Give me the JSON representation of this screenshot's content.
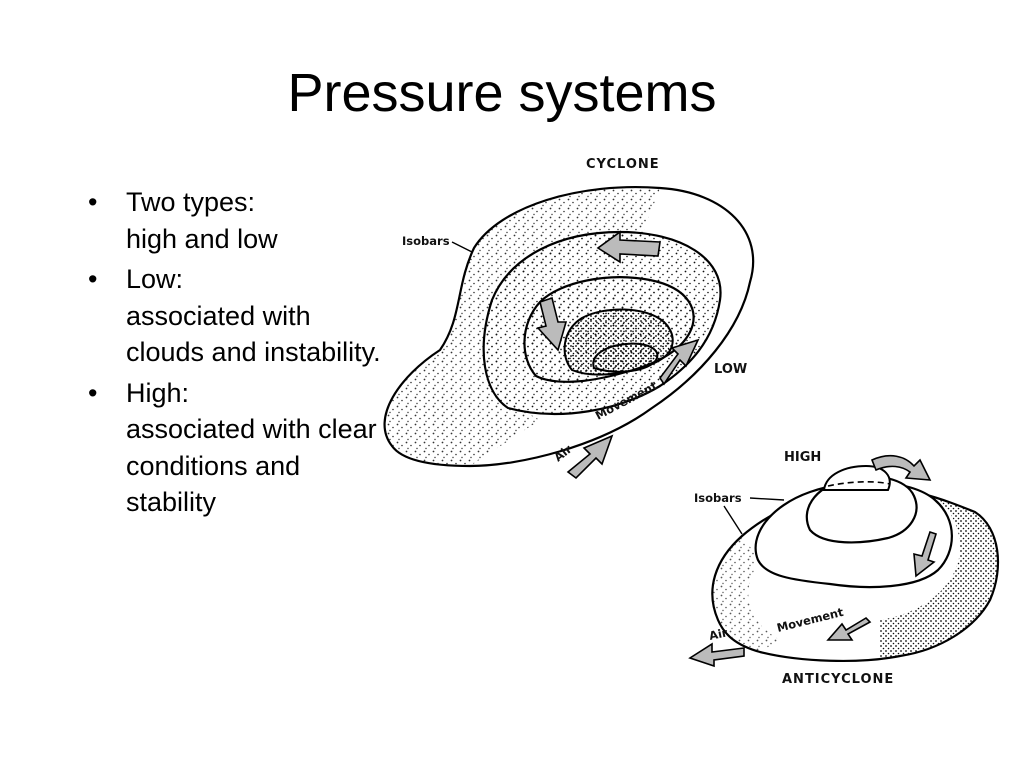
{
  "slide": {
    "title": "Pressure systems",
    "bullets": [
      {
        "line1": "Two types:",
        "line2": "high and low"
      },
      {
        "line1": "Low:",
        "line2": "associated with clouds and instability."
      },
      {
        "line1": "High:",
        "line2": "associated with clear conditions and stability"
      }
    ]
  },
  "diagram": {
    "cyclone": {
      "heading": "CYCLONE",
      "isobars_label": "Isobars",
      "low_label": "LOW",
      "air_label": "Air",
      "movement_label": "Movement"
    },
    "anticyclone": {
      "heading": "ANTICYCLONE",
      "isobars_label": "Isobars",
      "high_label": "HIGH",
      "air_label": "Air",
      "movement_label": "Movement"
    }
  }
}
